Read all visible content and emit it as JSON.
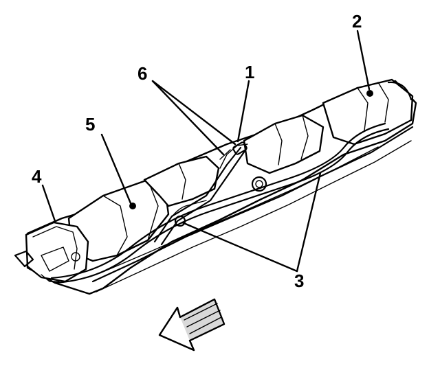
{
  "callouts": [
    {
      "id": "1",
      "label": "1"
    },
    {
      "id": "2",
      "label": "2"
    },
    {
      "id": "3",
      "label": "3"
    },
    {
      "id": "4",
      "label": "4"
    },
    {
      "id": "5",
      "label": "5"
    },
    {
      "id": "6",
      "label": "6"
    }
  ],
  "icons": {
    "direction_arrow": "front-direction-arrow-icon"
  },
  "colors": {
    "ink": "#000000",
    "background": "#ffffff",
    "shading": "#d9d9d9"
  }
}
